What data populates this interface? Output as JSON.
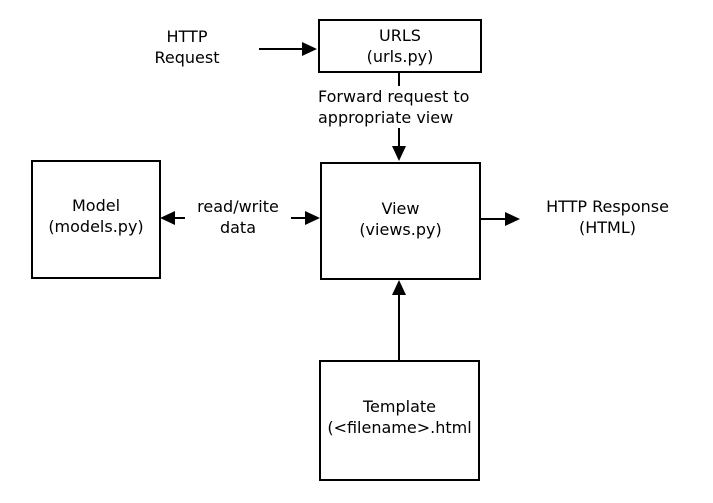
{
  "diagram": {
    "type": "flow-diagram",
    "background_color": "#ffffff",
    "line_color": "#000000",
    "nodes": {
      "urls": {
        "title": "URLS",
        "subtitle": "(urls.py)"
      },
      "model": {
        "title": "Model",
        "subtitle": "(models.py)"
      },
      "view": {
        "title": "View",
        "subtitle": "(views.py)"
      },
      "template": {
        "title": "Template",
        "subtitle": "(<filename>.html"
      }
    },
    "labels": {
      "http_request": {
        "line1": "HTTP",
        "line2": "Request"
      },
      "forward": {
        "line1": "Forward request to",
        "line2": "appropriate view"
      },
      "read_write": {
        "line1": "read/write",
        "line2": "data"
      },
      "http_response": {
        "line1": "HTTP Response",
        "line2": "(HTML)"
      }
    },
    "edges": [
      {
        "from": "HTTP Request",
        "to": "URLS (urls.py)",
        "label": "",
        "bidirectional": false
      },
      {
        "from": "URLS (urls.py)",
        "to": "View (views.py)",
        "label": "Forward request to appropriate view",
        "bidirectional": false
      },
      {
        "from": "View (views.py)",
        "to": "Model (models.py)",
        "label": "read/write data",
        "bidirectional": true
      },
      {
        "from": "View (views.py)",
        "to": "HTTP Response (HTML)",
        "label": "",
        "bidirectional": false
      },
      {
        "from": "Template (<filename>.html",
        "to": "View (views.py)",
        "label": "",
        "bidirectional": false
      }
    ]
  }
}
